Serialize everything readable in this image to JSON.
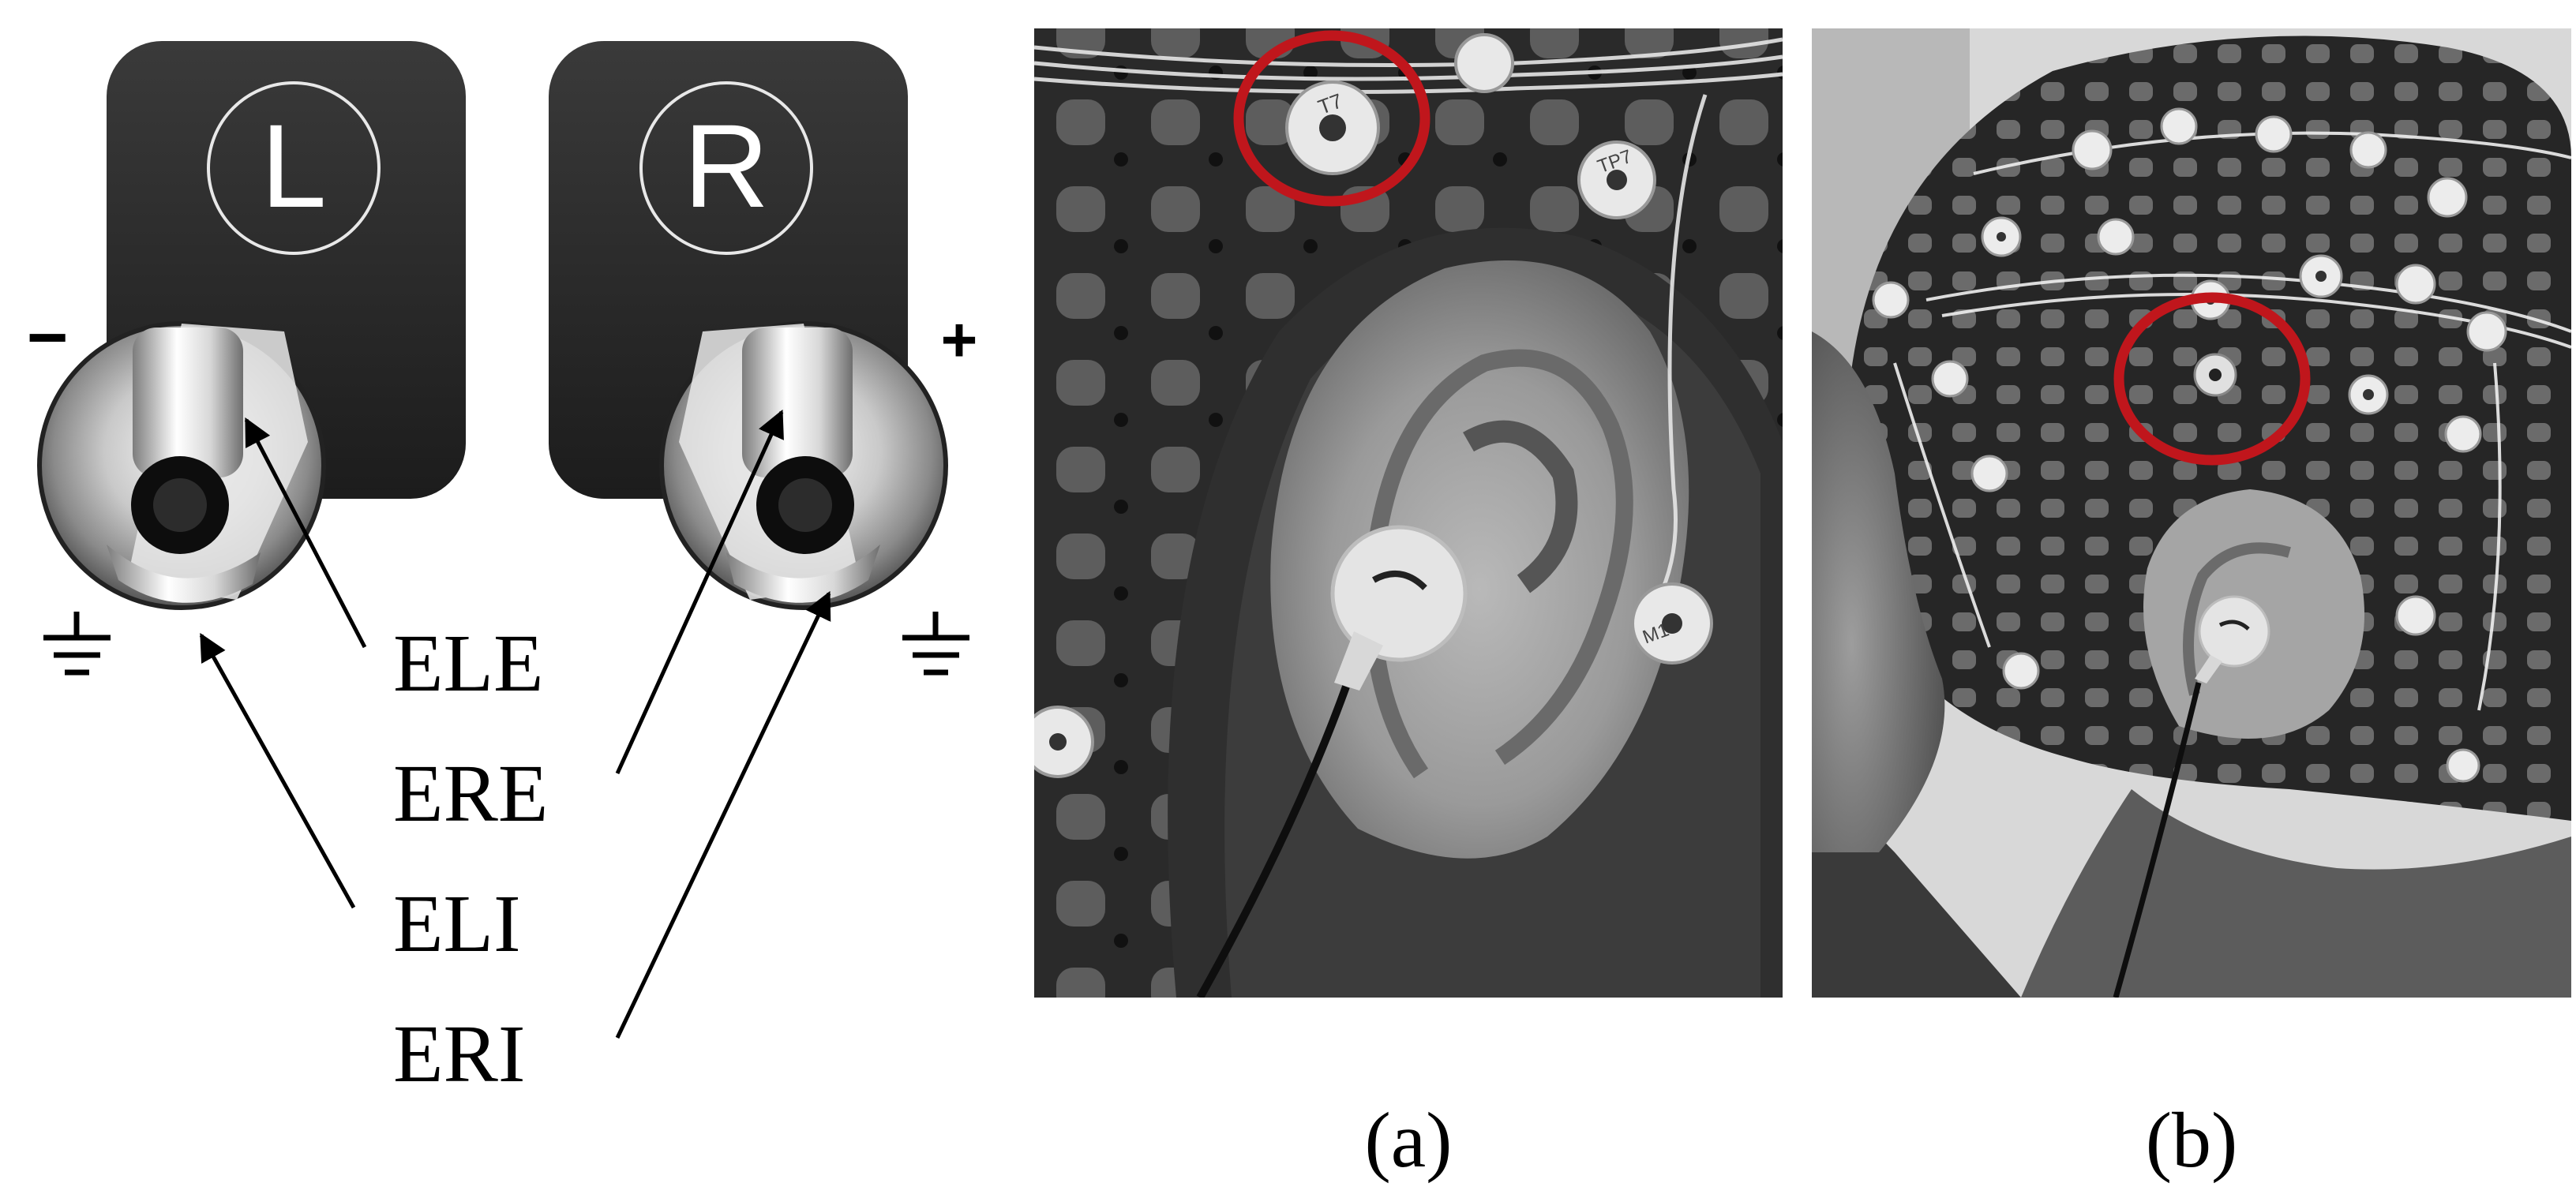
{
  "left_panel": {
    "left_earbud": {
      "letter": "L",
      "polarity": "−"
    },
    "right_earbud": {
      "letter": "R",
      "polarity": "+"
    },
    "labels": [
      "ELE",
      "ERE",
      "ELI",
      "ERI"
    ]
  },
  "panel_a": {
    "caption": "(a)",
    "electrode_texts": [
      "T7",
      "TP7",
      "M1"
    ]
  },
  "panel_b": {
    "caption": "(b)"
  },
  "colors": {
    "highlight_circle": "#c0161c",
    "earbud_body": "#2b2b2b",
    "background": "#ffffff"
  }
}
